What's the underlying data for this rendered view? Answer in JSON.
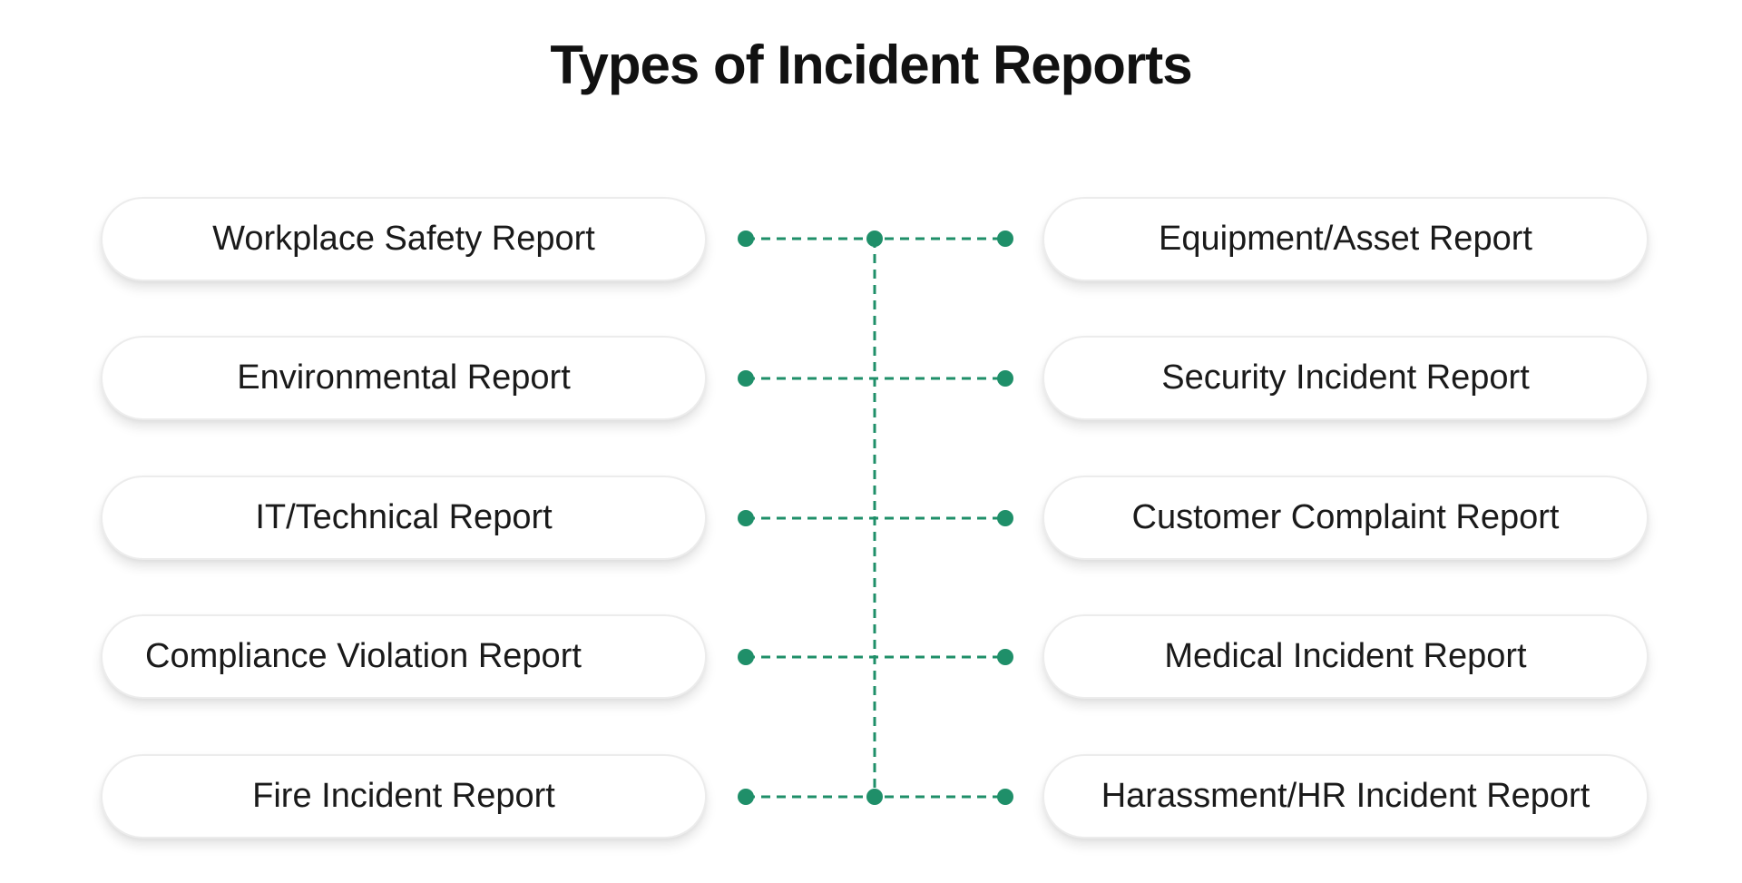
{
  "title": "Types of Incident Reports",
  "left_items": [
    {
      "label": "Workplace Safety Report"
    },
    {
      "label": "Environmental Report"
    },
    {
      "label": "IT/Technical Report"
    },
    {
      "label": "Compliance Violation Report"
    },
    {
      "label": "Fire Incident Report"
    }
  ],
  "right_items": [
    {
      "label": "Equipment/Asset Report"
    },
    {
      "label": "Security Incident Report"
    },
    {
      "label": "Customer Complaint Report"
    },
    {
      "label": "Medical Incident Report"
    },
    {
      "label": "Harassment/HR Incident Report"
    }
  ],
  "colors": {
    "connector": "#1f8f69",
    "text": "#1a1a1a",
    "pill_border": "#ececec"
  }
}
